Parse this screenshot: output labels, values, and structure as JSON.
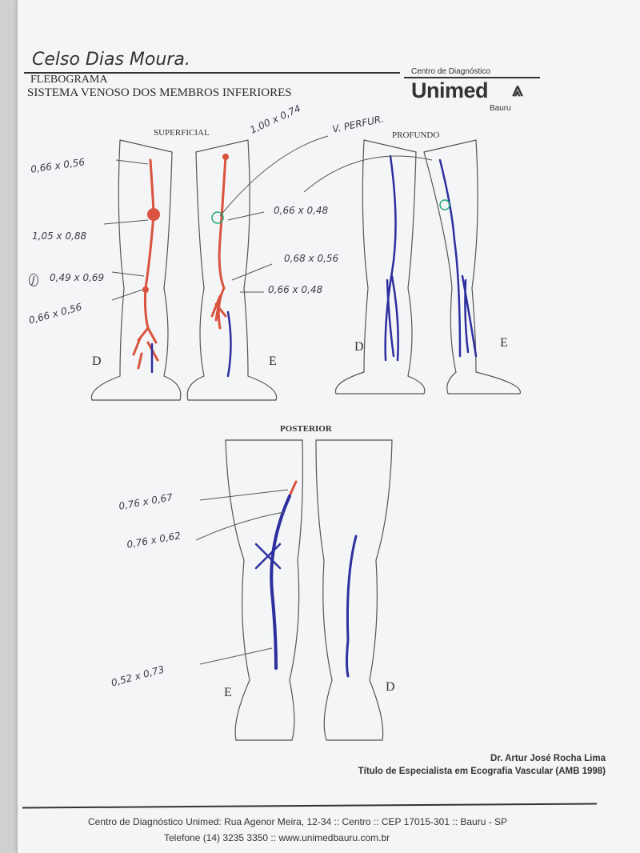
{
  "header": {
    "patient_name_handwritten": "Celso Dias Moura.",
    "title": "FLEBOGRAMA",
    "subtitle": "SISTEMA VENOSO DOS MEMBROS INFERIORES",
    "logo": {
      "top": "Centro de Diagnóstico",
      "brand": "Unimed",
      "city": "Bauru"
    }
  },
  "sections": {
    "superficial": "SUPERFICIAL",
    "profundo": "PROFUNDO",
    "posterior": "POSTERIOR"
  },
  "sides": {
    "right": "D",
    "left": "E"
  },
  "annotations": {
    "superficial_right": [
      "0,66 x 0,56",
      "1,05 x 0,88",
      "0,49 x 0,69",
      "0,66 x 0,56"
    ],
    "superficial_right_marker": "J",
    "superficial_left": [
      "1,00 x 0,74",
      "0,66 x 0,48",
      "0,68 x 0,56",
      "0,66 x 0,48"
    ],
    "perforator": "V. PERFUR.",
    "posterior_left": [
      "0,76 x 0,67",
      "0,76 x 0,62",
      "0,52 x 0,73"
    ]
  },
  "signature": {
    "name": "Dr. Artur José Rocha Lima",
    "title": "Título de Especialista em Ecografia Vascular (AMB 1998)"
  },
  "footer": {
    "address": "Centro de Diagnóstico Unimed: Rua Agenor Meira, 12-34 :: Centro :: CEP 17015-301 :: Bauru - SP",
    "contact": "Telefone (14) 3235 3350 :: www.unimedbauru.com.br"
  },
  "colors": {
    "superficial_vein": "#d9533f",
    "deep_vein": "#2d2f9e",
    "ink": "#333333"
  }
}
